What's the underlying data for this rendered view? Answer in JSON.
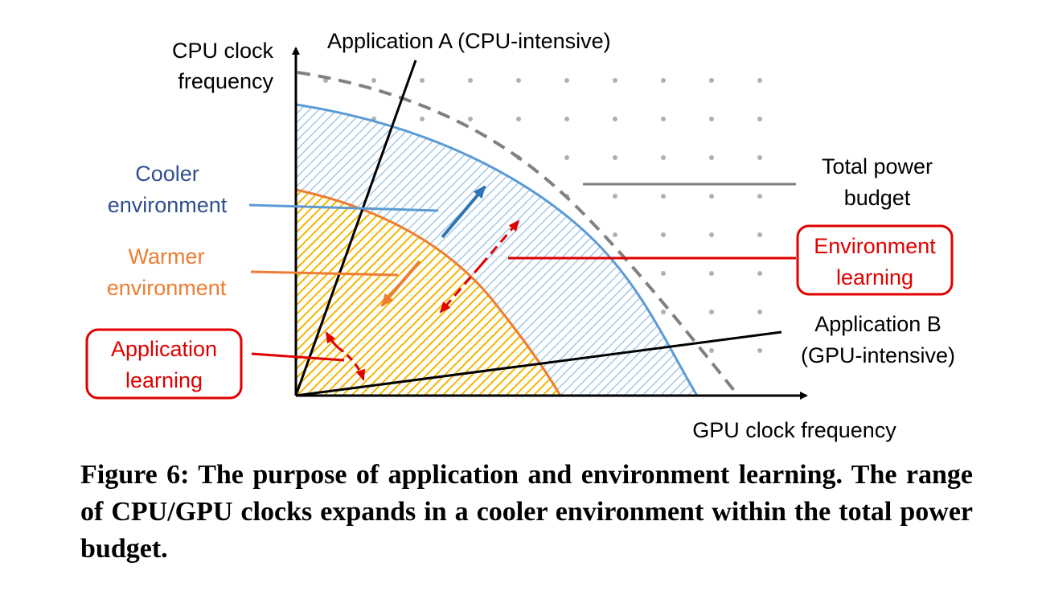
{
  "diagram": {
    "y_axis_label_lines": [
      "CPU clock",
      "frequency"
    ],
    "x_axis_label": "GPU clock frequency",
    "app_a_label": "Application A (CPU-intensive)",
    "app_b_label_lines": [
      "Application B",
      "(GPU-intensive)"
    ],
    "cooler_label_lines": [
      "Cooler",
      "environment"
    ],
    "warmer_label_lines": [
      "Warmer",
      "environment"
    ],
    "power_label_lines": [
      "Total power",
      "budget"
    ],
    "env_learning_lines": [
      "Environment",
      "learning"
    ],
    "app_learning_lines": [
      "Application",
      "learning"
    ],
    "colors": {
      "cooler": "#5b9bd5",
      "cooler_text": "#2f4f8f",
      "warmer": "#ed7d31",
      "warmer_fill": "#f5b700",
      "learning": "#e00000",
      "power": "#808080",
      "axis": "#000000"
    }
  },
  "caption": {
    "text": "Figure 6: The purpose of application and environment learning. The range of CPU/GPU clocks expands in a cooler environment within the total power budget."
  }
}
